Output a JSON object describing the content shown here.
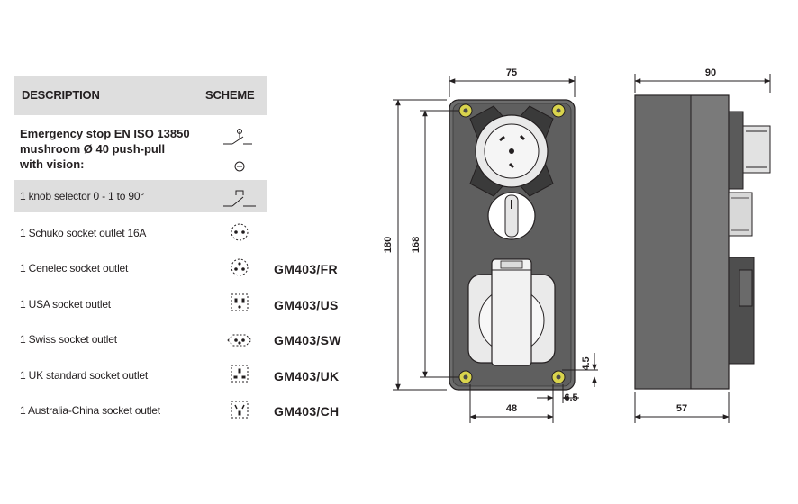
{
  "table": {
    "header": {
      "description": "DESCRIPTION",
      "scheme": "SCHEME"
    },
    "rows": [
      {
        "lines": [
          "Emergency stop EN ISO 13850",
          "mushroom Ø 40 push-pull",
          "with vision:"
        ],
        "code": ""
      },
      {
        "text": "1 knob selector 0 - 1 to 90°",
        "code": ""
      },
      {
        "text": "1 Schuko socket outlet 16A",
        "code": ""
      },
      {
        "text": "1 Cenelec socket outlet",
        "code": "GM403/FR"
      },
      {
        "text": "1 USA socket outlet",
        "code": "GM403/US"
      },
      {
        "text": "1 Swiss socket outlet",
        "code": "GM403/SW"
      },
      {
        "text": "1 UK standard socket outlet",
        "code": "GM403/UK"
      },
      {
        "text": "1 Australia-China socket outlet",
        "code": "GM403/CH"
      }
    ]
  },
  "front_view": {
    "width": "75",
    "height_total": "180",
    "height_holes": "168",
    "bottom_hole_spacing": "48",
    "hole_offset": "6.5",
    "corner_offset": "4.5"
  },
  "side_view": {
    "depth_total": "90",
    "depth_body": "57"
  },
  "colors": {
    "header_bg": "#dedede",
    "text": "#231f20",
    "screw": "#d8d34a",
    "body": "#6b6b6b"
  }
}
